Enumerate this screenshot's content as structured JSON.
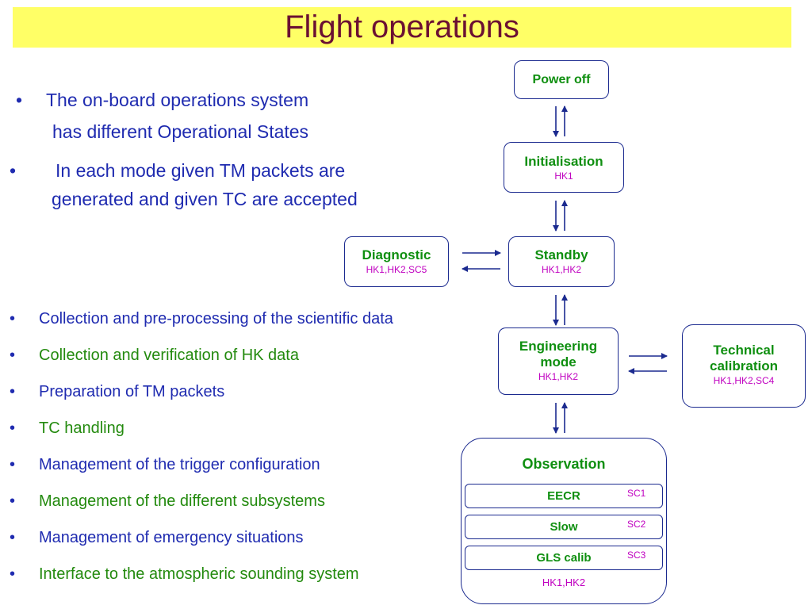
{
  "title": "Flight operations",
  "intro_bullets": [
    {
      "line1": "The on-board operations system",
      "line2": "has different Operational States"
    },
    {
      "line1": "In each mode given TM packets are",
      "line2": "generated and given TC are accepted"
    }
  ],
  "bullet_symbol": "•",
  "features": [
    "Collection and pre-processing of the scientific data",
    "Collection and verification of HK data",
    "Preparation of TM packets",
    "TC handling",
    "Management of the trigger configuration",
    "Management of the different subsystems",
    "Management of emergency situations",
    "Interface to the atmospheric sounding system"
  ],
  "states": {
    "power_off": {
      "name": "Power off"
    },
    "initialisation": {
      "name": "Initialisation",
      "hk": "HK1"
    },
    "diagnostic": {
      "name": "Diagnostic",
      "hk": "HK1,HK2,SC5"
    },
    "standby": {
      "name": "Standby",
      "hk": "HK1,HK2"
    },
    "engineering": {
      "name_line1": "Engineering",
      "name_line2": "mode",
      "hk": "HK1,HK2"
    },
    "technical": {
      "name_line1": "Technical",
      "name_line2": "calibration",
      "hk": "HK1,HK2,SC4"
    },
    "observation": {
      "name": "Observation",
      "hk": "HK1,HK2",
      "submodes": [
        {
          "name": "EECR",
          "sc": "SC1"
        },
        {
          "name": "Slow",
          "sc": "SC2"
        },
        {
          "name": "GLS calib",
          "sc": "SC3"
        }
      ]
    }
  },
  "colors": {
    "title_bg": "#ffff66",
    "title_text": "#6b1032",
    "bullet_text": "#1f2bb0",
    "state_name": "#0f8f10",
    "hk_text": "#c000c0",
    "arrow": "#1b2a8f"
  }
}
